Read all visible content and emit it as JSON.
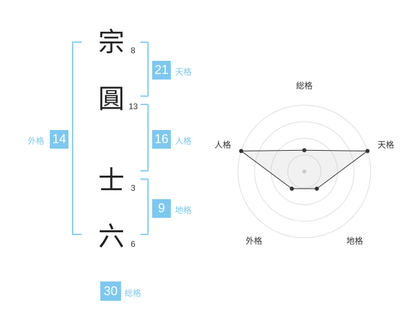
{
  "name_chars": [
    {
      "char": "宗",
      "strokes": "8"
    },
    {
      "char": "圓",
      "strokes": "13"
    },
    {
      "char": "士",
      "strokes": "3"
    },
    {
      "char": "六",
      "strokes": "6"
    }
  ],
  "fortunes": {
    "tenkaku": {
      "value": "21",
      "label": "天格"
    },
    "jinkaku": {
      "value": "16",
      "label": "人格"
    },
    "chikaku": {
      "value": "9",
      "label": "地格"
    },
    "gaikaku": {
      "value": "14",
      "label": "外格"
    },
    "soukaku": {
      "value": "30",
      "label": "総格"
    }
  },
  "chart_data": {
    "type": "radar",
    "axes": [
      "総格",
      "天格",
      "地格",
      "外格",
      "人格"
    ],
    "values": [
      0.32,
      1.0,
      0.32,
      0.32,
      1.0
    ],
    "rings": 4
  }
}
